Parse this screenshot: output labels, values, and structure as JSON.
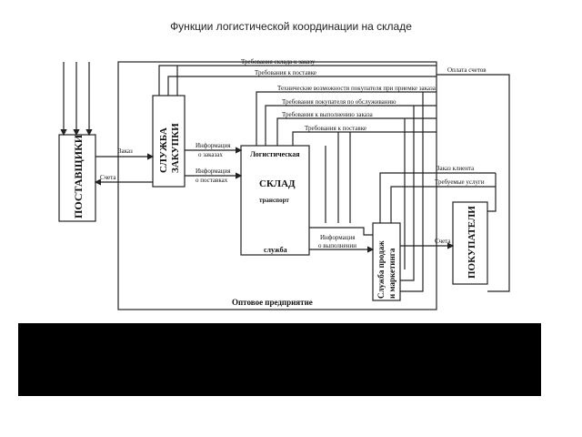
{
  "title": "Функции логистической координации на складе",
  "diagram": {
    "boxes": {
      "suppliers": "ПОСТАВЩИКИ",
      "purchasing": [
        "СЛУЖБА",
        "ЗАКУПКИ"
      ],
      "warehouse_top": "Логистическая",
      "warehouse_main": "СКЛАД",
      "warehouse_sub": "транспорт",
      "warehouse_bottom": "служба",
      "sales": [
        "Служба продаж",
        "и маркетинга"
      ],
      "buyers": "ПОКУПАТЕЛИ",
      "wholesale": "Оптовое предприятие"
    },
    "labels": {
      "order": "Заказ",
      "invoices": "Счета",
      "orders_info": [
        "Информация",
        "о заказах"
      ],
      "supplies_info": [
        "Информация",
        "о поставках"
      ],
      "warehouse_req_order": "Требования склада к заказу",
      "delivery_req": "Требования к поставке",
      "tech_capabilities": "Технические возможности покупателя при приемке заказа",
      "buyer_service_req": "Требования покупателя по обслуживанию",
      "fulfillment_req": "Требования к выполнению заказа",
      "delivery_req2": "Требования к поставке",
      "execution_info": [
        "Информация",
        "о выполнении"
      ],
      "invoice_payment": "Оплата счетов",
      "client_order": "Заказ клиента",
      "required_services": "Требуемые услуги",
      "invoice": "Счета"
    }
  }
}
